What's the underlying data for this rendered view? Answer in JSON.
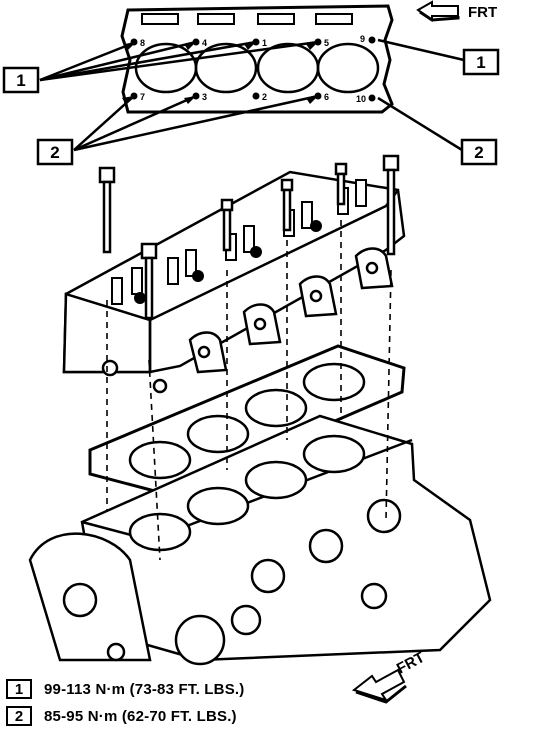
{
  "top_arrow_label": "FRT",
  "bottom_arrow_label": "FRT",
  "callouts": [
    "1",
    "1",
    "2",
    "2"
  ],
  "bolt_sequence_top": [
    "8",
    "4",
    "1",
    "5",
    "9"
  ],
  "bolt_sequence_bottom": [
    "7",
    "3",
    "2",
    "6",
    "10"
  ],
  "legend": [
    {
      "key": "1",
      "text": "99-113 N·m (73-83 FT. LBS.)"
    },
    {
      "key": "2",
      "text": "85-95 N·m (62-70 FT. LBS.)"
    }
  ]
}
